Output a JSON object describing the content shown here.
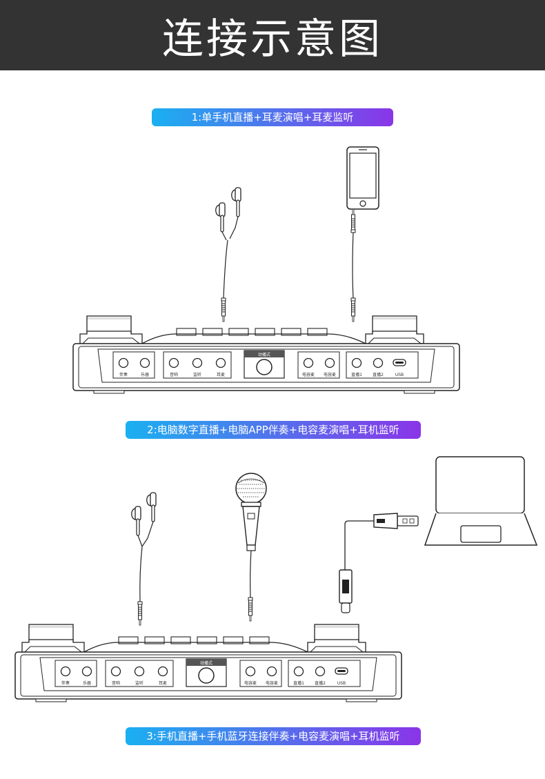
{
  "page": {
    "title": "连接示意图"
  },
  "colors": {
    "header_bg": "#333333",
    "pill_gradient_start": "#1ab0f0",
    "pill_gradient_end": "#8a35e8",
    "line": "#222222"
  },
  "scenarios": [
    {
      "caption": "1:单手机直播+耳麦演唱+耳麦监听"
    },
    {
      "caption": "2:电脑数字直播+电脑APP伴奏+电容麦演唱+耳机监听"
    },
    {
      "caption": "3:手机直播+手机蓝牙连接伴奏+电容麦演唱+耳机监听"
    }
  ],
  "device": {
    "port_labels": [
      "伴奏",
      "乐器",
      "音响",
      "监听",
      "耳麦"
    ],
    "mode_label": "动播式",
    "mic_labels": [
      "电容麦",
      "电容麦"
    ],
    "output_labels": [
      "直播1",
      "直播2",
      "USB"
    ]
  },
  "icons": [
    "earphones-icon",
    "smartphone-icon",
    "microphone-icon",
    "laptop-icon",
    "usb-cable-icon",
    "aux-plug-icon"
  ]
}
